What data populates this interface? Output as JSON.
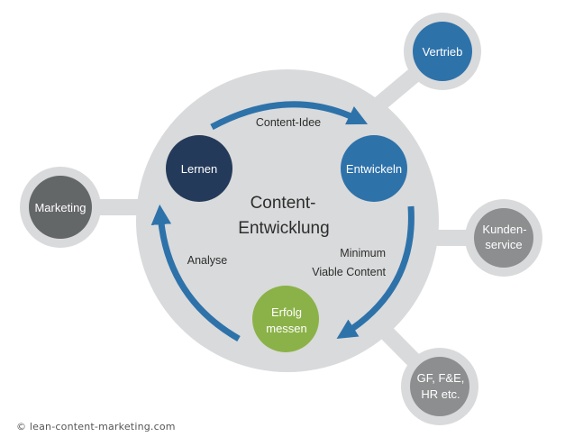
{
  "diagram": {
    "title": "Content-Entwicklung",
    "title_lines": [
      "Content-",
      "Entwicklung"
    ],
    "cycle_nodes": [
      {
        "id": "lernen",
        "lines": [
          "Lernen"
        ],
        "color": "#243a5a"
      },
      {
        "id": "entwickeln",
        "lines": [
          "Entwickeln"
        ],
        "color": "#2e72aa"
      },
      {
        "id": "erfolg-messen",
        "lines": [
          "Erfolg",
          "messen"
        ],
        "color": "#8bb248"
      }
    ],
    "cycle_edges": [
      {
        "from": "lernen",
        "to": "entwickeln",
        "lines": [
          "Content-Idee"
        ]
      },
      {
        "from": "entwickeln",
        "to": "erfolg-messen",
        "lines": [
          "Minimum",
          "Viable Content"
        ]
      },
      {
        "from": "erfolg-messen",
        "to": "lernen",
        "lines": [
          "Analyse"
        ]
      }
    ],
    "satellite_nodes": [
      {
        "id": "vertrieb",
        "lines": [
          "Vertrieb"
        ],
        "color": "#2e72aa"
      },
      {
        "id": "kundenservice",
        "lines": [
          "Kunden-",
          "service"
        ],
        "color": "#8c8e8f"
      },
      {
        "id": "gf-fe-hr",
        "lines": [
          "GF, F&E,",
          "HR etc."
        ],
        "color": "#8c8e8f"
      },
      {
        "id": "marketing",
        "lines": [
          "Marketing"
        ],
        "color": "#646768"
      }
    ],
    "colors": {
      "hub_fill": "#d9dadb",
      "ring_fill": "#d9dadb",
      "arrow": "#2e72aa",
      "text_dark": "#2d2d2d",
      "text_light": "#ffffff"
    }
  },
  "footer": {
    "copyright": "© lean-content-marketing.com"
  }
}
